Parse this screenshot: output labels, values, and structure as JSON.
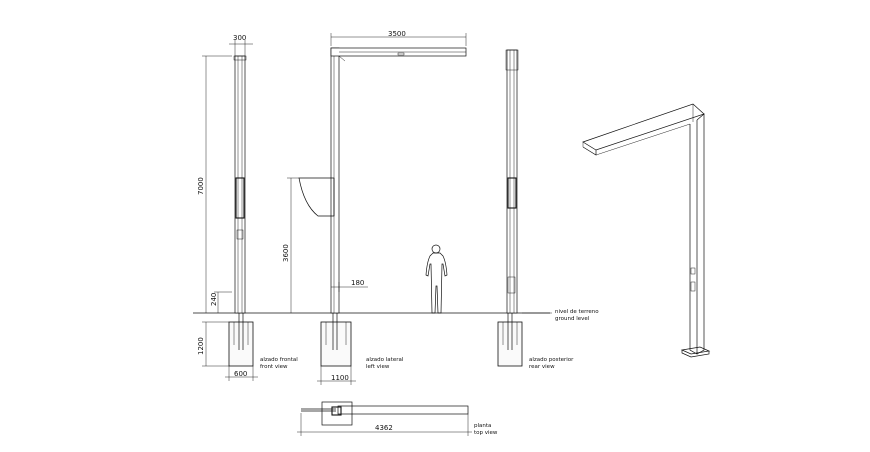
{
  "dimensions": {
    "top_width_front": "300",
    "arm_length": "3500",
    "total_height": "7000",
    "door_height": "3600",
    "offset_180": "180",
    "base_240": "240",
    "foundation_depth": "1200",
    "foundation_width": "600",
    "foundation_width_side": "1100",
    "plan_length": "4362"
  },
  "views": {
    "front": {
      "es": "alzado frontal",
      "en": "front view"
    },
    "side": {
      "es": "alzado lateral",
      "en": "left view"
    },
    "rear": {
      "es": "alzado posterior",
      "en": "rear view"
    },
    "plan": {
      "es": "planta",
      "en": "top view"
    }
  },
  "ground": {
    "es": "nivel de terreno",
    "en": "ground level"
  }
}
